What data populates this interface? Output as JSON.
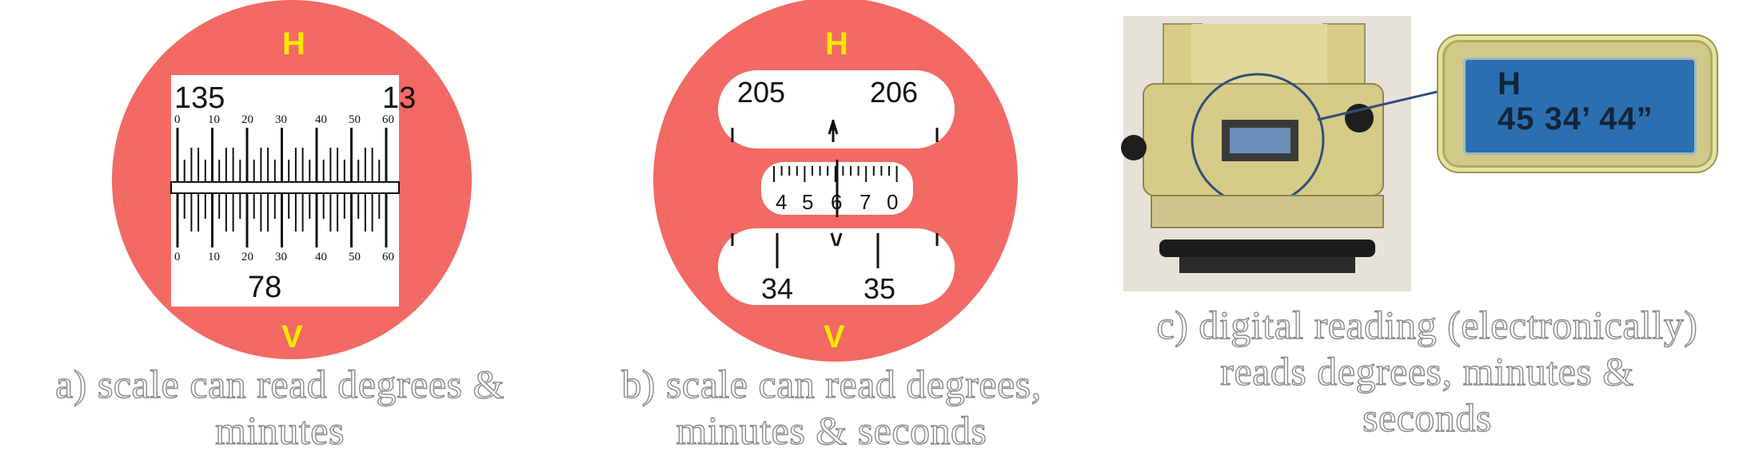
{
  "panel_a": {
    "top_label": "H",
    "bottom_label": "V",
    "upper_degree": "135",
    "upper_degree_next": "13",
    "upper_minute_ticks": [
      "0",
      "10",
      "20",
      "30",
      "40",
      "50",
      "60"
    ],
    "lower_minute_ticks": [
      "0",
      "10",
      "20",
      "30",
      "40",
      "50",
      "60"
    ],
    "lower_degree": "78",
    "caption_line1": "a) scale can read degrees &",
    "caption_line2": "minutes"
  },
  "panel_b": {
    "top_label": "H",
    "bottom_label": "V",
    "upper_degrees": [
      "205",
      "206"
    ],
    "micrometer_numbers": [
      "4",
      "5",
      "6",
      "7",
      "0"
    ],
    "lower_degrees": [
      "34",
      "35"
    ],
    "caption_line1": "b) scale can read degrees,",
    "caption_line2": "minutes & seconds"
  },
  "panel_c": {
    "display_line1": "H",
    "display_line2": "45 34’ 44”",
    "caption_line1": "c) digital reading (electronically)",
    "caption_line2": "reads degrees, minutes &",
    "caption_line3": "seconds"
  },
  "colors": {
    "dial": "#f26a63",
    "hv_label": "#ffe800",
    "lcd_screen": "#2b6fb0"
  }
}
